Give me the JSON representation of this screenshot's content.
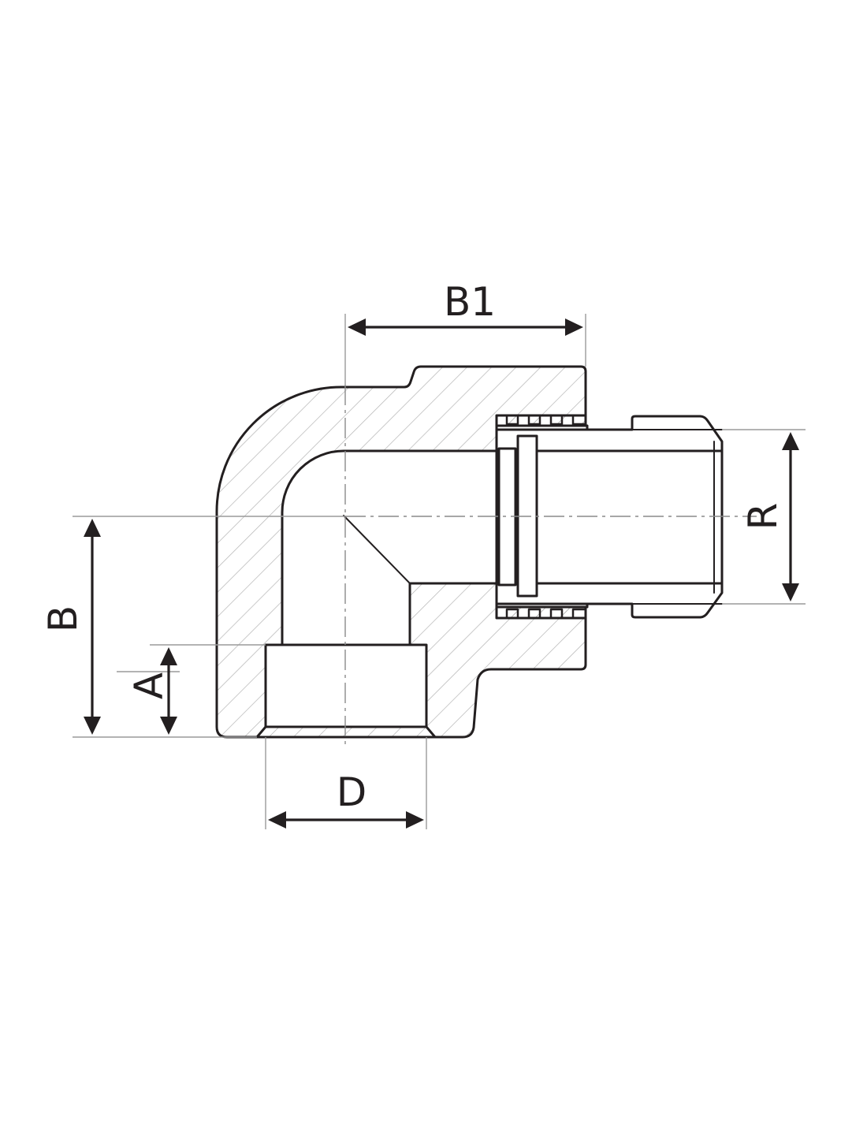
{
  "diagram": {
    "dimension_labels": {
      "b1": "B1",
      "r": "R",
      "b": "B",
      "a": "A",
      "d": "D"
    },
    "colors": {
      "line": "#231f20",
      "hatch": "#b3b3b3",
      "extension": "#9a9a9a",
      "background": "#ffffff"
    }
  }
}
